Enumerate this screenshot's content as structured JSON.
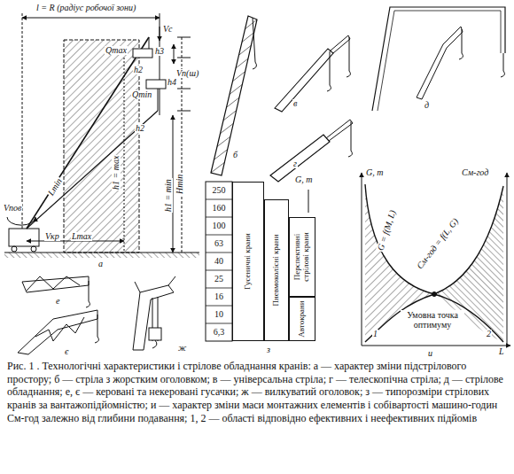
{
  "diagram": {
    "caption": "Рис. 1 . Технологічні характеристики і стрілове обладнання кранів: а — характер зміни підстрілового простору; б — стріла з жорстким оголовком; в — універсальна стріла; г — телескопічна стріла; д — стрілове обладнання; е, є — керовані та некеровані гусачки; ж — вилкуватий оголовок; з — типорозміри стрілових кранів за вантажопідйомністю; и — характер зміни маси монтажних елементів і собівартості машино-годин См-год залежно від глибини подавання; 1, 2 — області відповідно ефективних і неефективних підйомів",
    "nodes": [
      {
        "text": [
          "Гусеничні крани"
        ]
      },
      {
        "text": [
          "Пневмоколісні крани"
        ]
      },
      {
        "text": [
          "Перспективні стрілові крани"
        ]
      },
      {
        "text": [
          "Автокрани"
        ]
      }
    ],
    "labels": [
      "l = R (радіус робочої зони)",
      "Vс",
      "Qmax",
      "h3",
      "Vп(ш)",
      "h2",
      "Qmin",
      "h4",
      "h2",
      "h1 = max",
      "h1 = min",
      "Hmin",
      "Lmin",
      "Lmax",
      "Vпов",
      "Vкр",
      "а",
      "б",
      "в",
      "г",
      "д",
      "е",
      "є",
      "ж",
      "з",
      "G, т",
      "250",
      "160",
      "100",
      "63",
      "40",
      "25",
      "16",
      "10",
      "6,3",
      "G, т",
      "См-год",
      "G = f(M, L)",
      "См-год = f(L, G)",
      "Умовна точка оптимуму",
      "1",
      "2",
      "L",
      "и"
    ]
  }
}
